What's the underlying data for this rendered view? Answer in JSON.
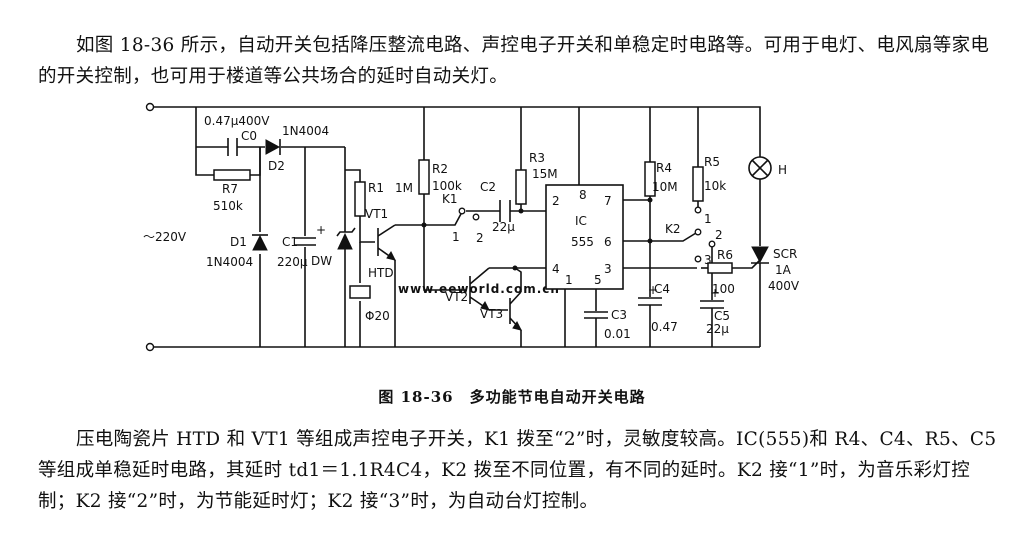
{
  "intro_text": "如图 18-36 所示，自动开关包括降压整流电路、声控电子开关和单稳定时电路等。可用于电灯、电风扇等家电的开关控制，也可用于楼道等公共场合的延时自动关灯。",
  "caption": "图 18-36　多功能节电自动开关电路",
  "description": "压电陶瓷片 HTD 和 VT1 等组成声控电子开关，K1 拨至“2”时，灵敏度较高。IC(555)和 R4、C4、R5、C5 等组成单稳延时电路，其延时 td1＝1.1R4C4，K2 拨至不同位置，有不同的延时。K2 接“1”时，为音乐彩灯控制；K2 接“2”时，为节能延时灯；K2 接“3”时，为自动台灯控制。",
  "watermark": "www.eeworld.com.cn",
  "labels": {
    "c0_value": "0.47μ400V",
    "c0": "C0",
    "d2_type": "1N4004",
    "d2": "D2",
    "r7": "R7",
    "r7_value": "510k",
    "supply": "～220V",
    "d1": "D1",
    "d1_type": "1N4004",
    "c1": "C1",
    "c1_value": "220μ",
    "dw": "DW",
    "r1": "R1",
    "r1_value": "1M",
    "vt1": "VT1",
    "htd": "HTD",
    "htd_size": "Φ20",
    "r2": "R2",
    "r2_value": "100k",
    "k1": "K1",
    "k1_pos1": "1",
    "k1_pos2": "2",
    "c2": "C2",
    "c2_value": "22μ",
    "r3": "R3",
    "r3_value": "15M",
    "vt2": "VT2",
    "vt3": "VT3",
    "ic": "IC",
    "ic_type": "555",
    "pin2": "2",
    "pin8": "8",
    "pin7": "7",
    "pin6": "6",
    "pin4": "4",
    "pin1": "1",
    "pin5": "5",
    "pin3": "3",
    "c3": "C3",
    "c3_value": "0.01",
    "r4": "R4",
    "r4_value": "10M",
    "c4": "C4",
    "c4_value": "0.47",
    "r5": "R5",
    "r5_value": "10k",
    "c5": "C5",
    "c5_value": "22μ",
    "k2": "K2",
    "k2_pos1": "1",
    "k2_pos2": "2",
    "k2_pos3": "3",
    "r6": "R6",
    "r6_value": "100",
    "lamp": "H",
    "scr": "SCR",
    "scr_rating1": "1A",
    "scr_rating2": "400V"
  }
}
